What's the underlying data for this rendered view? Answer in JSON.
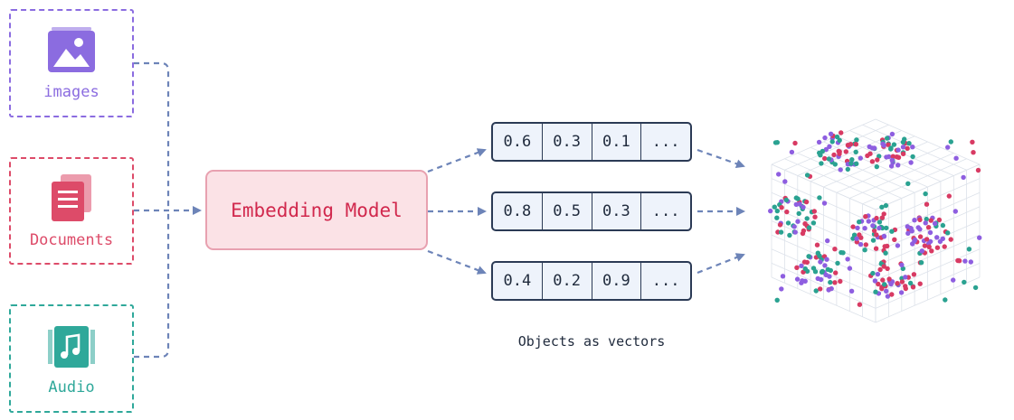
{
  "sources": [
    {
      "label": "images",
      "color": "#8b6ce0",
      "icon": "image-icon"
    },
    {
      "label": "Documents",
      "color": "#dd4b69",
      "icon": "document-icon"
    },
    {
      "label": "Audio",
      "color": "#2fa89a",
      "icon": "music-icon"
    }
  ],
  "model": {
    "label": "Embedding Model",
    "fill": "#fbe2e6",
    "text_color": "#d1284d"
  },
  "vectors": [
    [
      "0.6",
      "0.3",
      "0.1",
      "..."
    ],
    [
      "0.8",
      "0.5",
      "0.3",
      "..."
    ],
    [
      "0.4",
      "0.2",
      "0.9",
      "..."
    ]
  ],
  "caption": "Objects as vectors",
  "arrow_color": "#6d84b8",
  "point_colors": [
    "#d83a63",
    "#8e5ee0",
    "#2aa291"
  ]
}
